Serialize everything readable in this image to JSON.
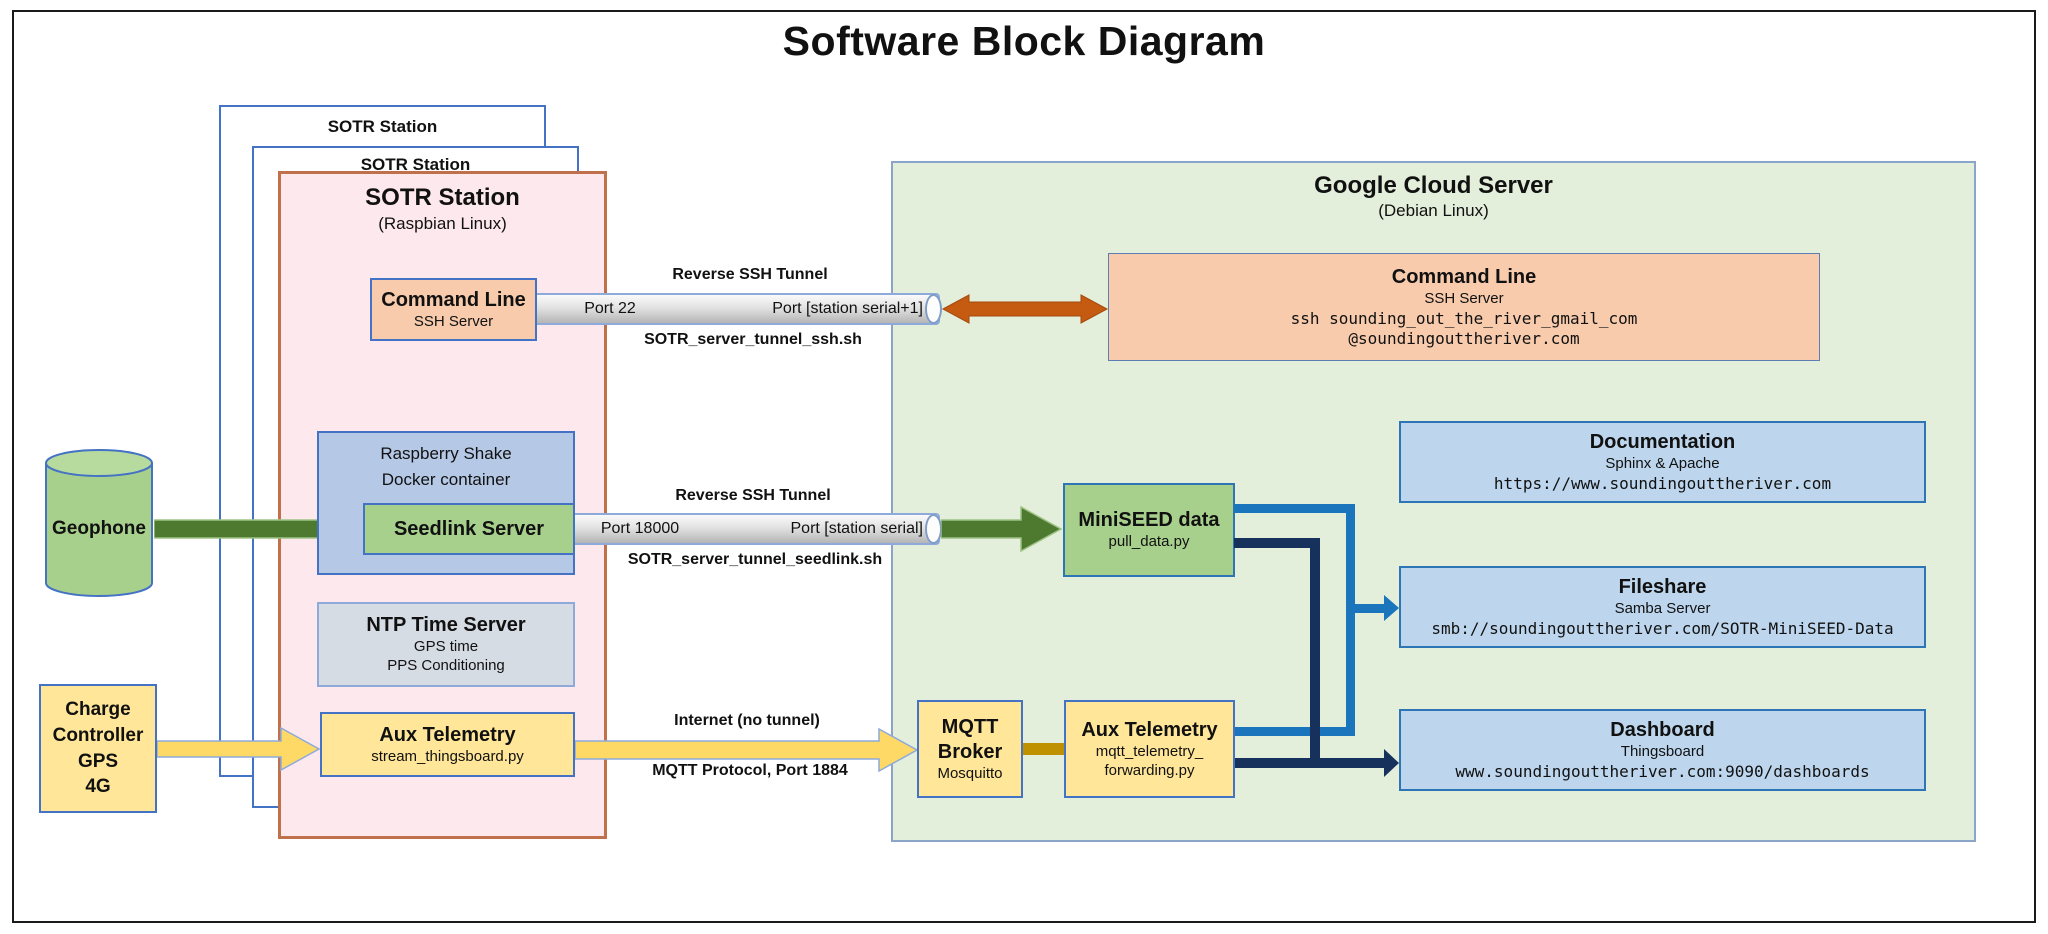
{
  "title": "Software Block Diagram",
  "station_stack": {
    "back_label_1": "SOTR Station",
    "back_label_2": "SOTR Station",
    "title": "SOTR Station",
    "subtitle": "(Raspbian Linux)"
  },
  "cloud_zone": {
    "title": "Google Cloud Server",
    "subtitle": "(Debian Linux)"
  },
  "boxes": {
    "cmdline_station": {
      "title": "Command Line",
      "sub": "SSH Server"
    },
    "cmdline_cloud": {
      "title": "Command Line",
      "sub": "SSH Server",
      "code1": "ssh sounding_out_the_river_gmail_com",
      "code2": "@soundingouttheriver.com"
    },
    "geophone": {
      "title": "Geophone"
    },
    "rs_container": {
      "line1": "Raspberry Shake",
      "line2": "Docker container"
    },
    "seedlink": {
      "title": "Seedlink Server"
    },
    "ntp": {
      "title": "NTP Time Server",
      "sub1": "GPS time",
      "sub2": "PPS Conditioning"
    },
    "charge": {
      "line1": "Charge",
      "line2": "Controller",
      "line3": "GPS",
      "line4": "4G"
    },
    "aux_station": {
      "title": "Aux Telemetry",
      "sub": "stream_thingsboard.py"
    },
    "mqtt": {
      "line1": "MQTT",
      "line2": "Broker",
      "sub": "Mosquitto"
    },
    "aux_cloud": {
      "title": "Aux Telemetry",
      "sub1": "mqtt_telemetry_",
      "sub2": "forwarding.py"
    },
    "miniseed": {
      "title": "MiniSEED data",
      "sub": "pull_data.py"
    },
    "documentation": {
      "title": "Documentation",
      "sub": "Sphinx & Apache",
      "code": "https://www.soundingouttheriver.com"
    },
    "fileshare": {
      "title": "Fileshare",
      "sub": "Samba Server",
      "code": "smb://soundingouttheriver.com/SOTR-MiniSEED-Data"
    },
    "dashboard": {
      "title": "Dashboard",
      "sub": "Thingsboard",
      "code": "www.soundingouttheriver.com:9090/dashboards"
    }
  },
  "tunnels": {
    "ssh": {
      "label_top": "Reverse SSH Tunnel",
      "port_left": "Port 22",
      "port_right": "Port [station serial+1]",
      "label_bottom": "SOTR_server_tunnel_ssh.sh"
    },
    "seedlink": {
      "label_top": "Reverse SSH Tunnel",
      "port_left": "Port 18000",
      "port_right": "Port [station serial]",
      "label_bottom": "SOTR_server_tunnel_seedlink.sh"
    }
  },
  "links": {
    "internet_label_top": "Internet (no tunnel)",
    "internet_label_bottom": "MQTT Protocol, Port 1884"
  },
  "colors": {
    "station_fill": "#FDE9ED",
    "station_border": "#C0714C",
    "cloud_fill": "#E3EEDB",
    "cloud_border": "#8AA5C8",
    "peach_fill": "#F7CBAC",
    "blue_container_fill": "#B5C8E6",
    "green_fill": "#A8D08D",
    "gray_fill": "#D6DCE4",
    "yellow_fill": "#FFE698",
    "lightblue_fill": "#BDD6EE",
    "accent_blue_border": "#4472C4",
    "green_arrow": "#4E7A30",
    "yellow_arrow": "#FFD966",
    "orange_arrow": "#C55A11",
    "gold_connector": "#BF9000",
    "blue_connector": "#1B75BC",
    "navy_connector": "#16325C"
  }
}
